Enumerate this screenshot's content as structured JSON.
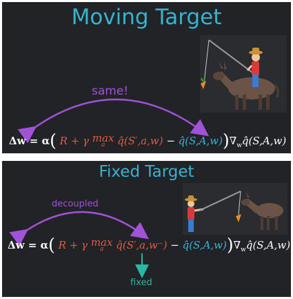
{
  "top_panel": {
    "title": "Moving Target",
    "arrow_label": "same!",
    "equation": {
      "lhs": "Δw = α",
      "reward": "R + γ",
      "max": "max",
      "max_sub": "a",
      "target_q": "q̂(S′,a,w)",
      "minus": "−",
      "current_q": "q̂(S,A,w)",
      "grad": "∇",
      "grad_sub": "w",
      "grad_q": "q̂(S,A,w)"
    }
  },
  "bottom_panel": {
    "title": "Fixed Target",
    "arrow_label": "decoupled",
    "fixed_label": "fixed",
    "equation": {
      "lhs": "Δw = α",
      "reward": "R + γ",
      "max": "max",
      "max_sub": "a",
      "target_q": "q̂(S′,a,w⁻)",
      "minus": "−",
      "current_q": "q̂(S,A,w)",
      "grad": "∇",
      "grad_sub": "w",
      "grad_q": "q̂(S,A,w)"
    }
  },
  "colors": {
    "background": "#212326",
    "title": "#36b3cf",
    "arrow": "#a052d8",
    "target_term": "#e55a43",
    "current_term": "#37b7d8",
    "fixed": "#28b8a3"
  }
}
